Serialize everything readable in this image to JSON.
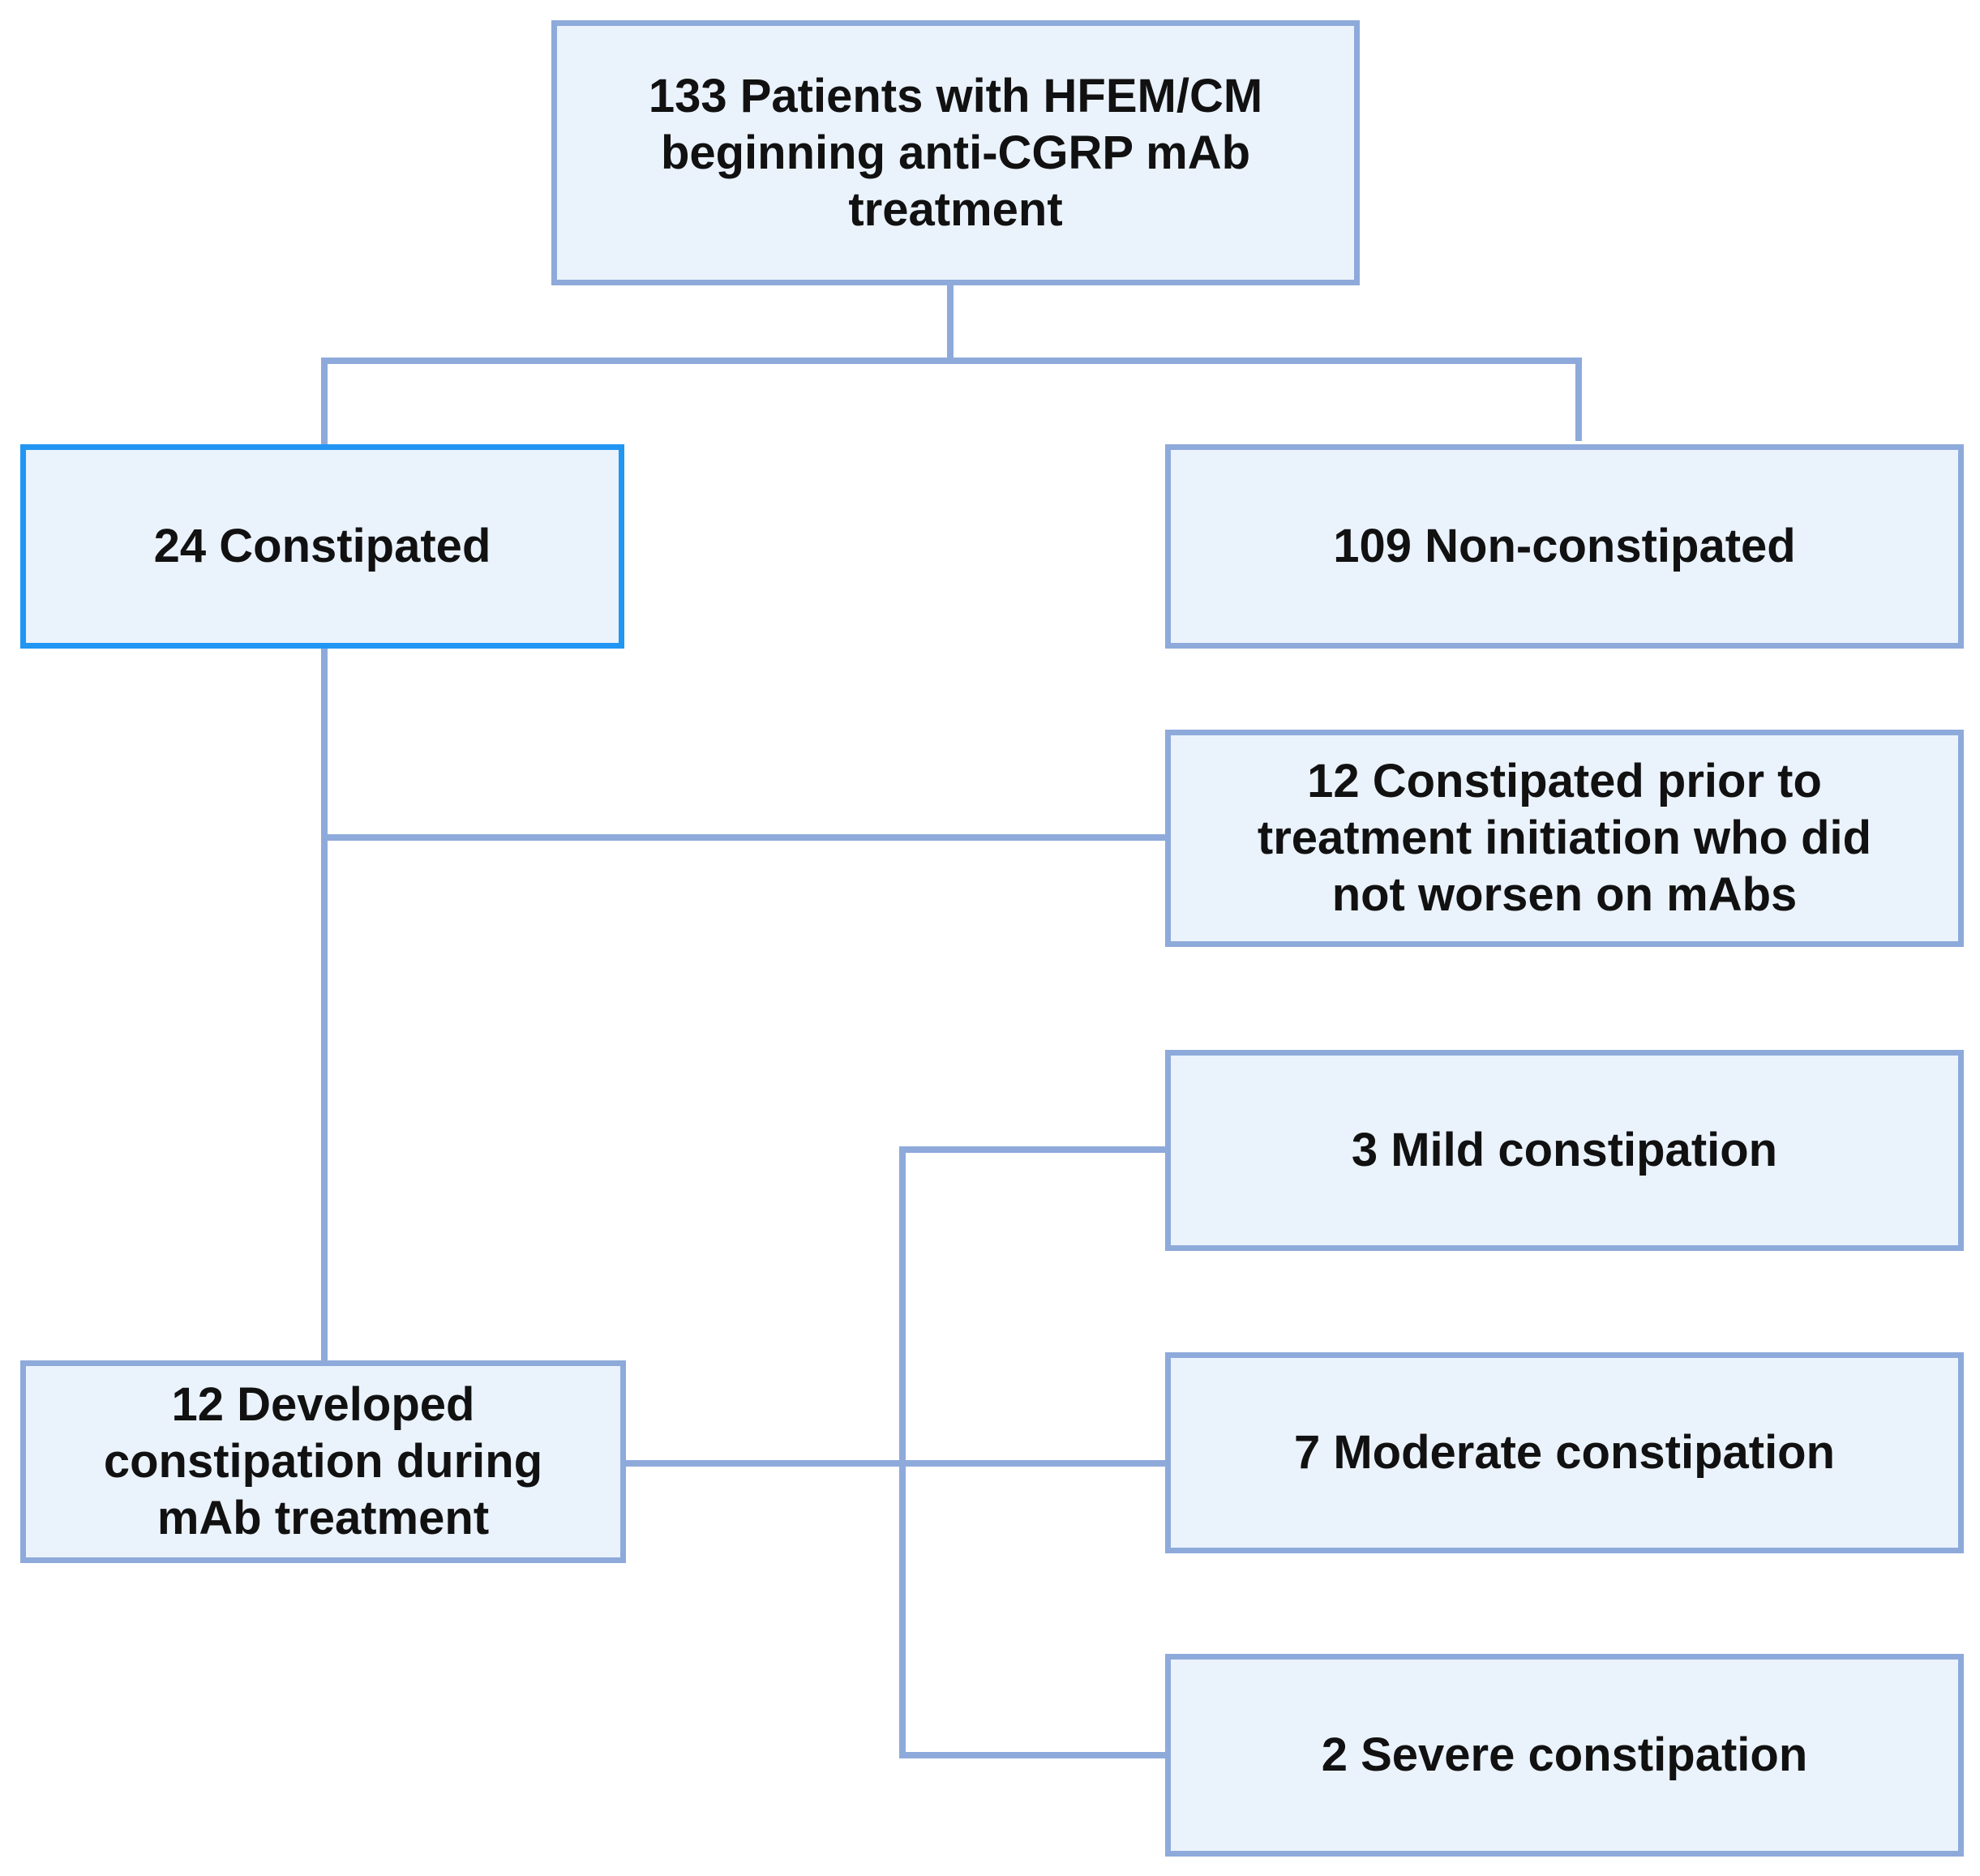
{
  "diagram": {
    "root": {
      "label": "133 Patients with HFEM/CM beginning anti-CGRP mAb treatment"
    },
    "constipated": {
      "label": "24 Constipated"
    },
    "non_constipated": {
      "label": "109 Non-constipated"
    },
    "prior_constipated": {
      "label": "12 Constipated prior to treatment initiation who did not worsen on mAbs"
    },
    "developed": {
      "label": "12 Developed constipation during mAb treatment"
    },
    "mild": {
      "label": "3 Mild constipation"
    },
    "moderate": {
      "label": "7 Moderate constipation"
    },
    "severe": {
      "label": "2 Severe constipation"
    },
    "colors": {
      "box_fill": "#eaf2fc",
      "box_border": "#8eaadb",
      "highlight_border": "#2196f3",
      "connector": "#8eaadb",
      "text": "#111111"
    }
  }
}
